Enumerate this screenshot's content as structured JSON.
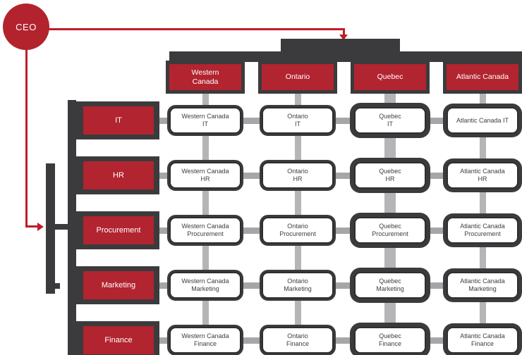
{
  "ceo": {
    "label": "CEO"
  },
  "regions": [
    {
      "label": "Western\nCanada"
    },
    {
      "label": "Ontario"
    },
    {
      "label": "Quebec"
    },
    {
      "label": "Atlantic Canada"
    }
  ],
  "functions": [
    {
      "label": "IT"
    },
    {
      "label": "HR"
    },
    {
      "label": "Procurement"
    },
    {
      "label": "Marketing"
    },
    {
      "label": "Finance"
    }
  ],
  "matrix_cells": [
    [
      "Western Canada\nIT",
      "Ontario\nIT",
      "Quebec\nIT",
      "Atlantic Canada IT"
    ],
    [
      "Western Canada\nHR",
      "Ontario\nHR",
      "Quebec\nHR",
      "Atlantic Canada\nHR"
    ],
    [
      "Western Canada\nProcurement",
      "Ontario\nProcurement",
      "Quebec\nProcurement",
      "Atlantic Canada\nProcurement"
    ],
    [
      "Western Canada\nMarketing",
      "Ontario\nMarketing",
      "Quebec\nMarketing",
      "Atlantic Canada\nMarketing"
    ],
    [
      "Western Canada\nFinance",
      "Ontario\nFinance",
      "Quebec\nFinance",
      "Atlantic Canada\nFinance"
    ]
  ],
  "colors": {
    "node_red": "#B2242F",
    "ceo_red": "#B2232E",
    "line_red": "#BE1E28",
    "dark_gray": "#3B3B3D",
    "connector_gray": "#B5B5B7",
    "connector_gray_dark": "#A6A6A8",
    "cell_border": "#2E2E30",
    "cell_text": "#3E3E3E"
  }
}
